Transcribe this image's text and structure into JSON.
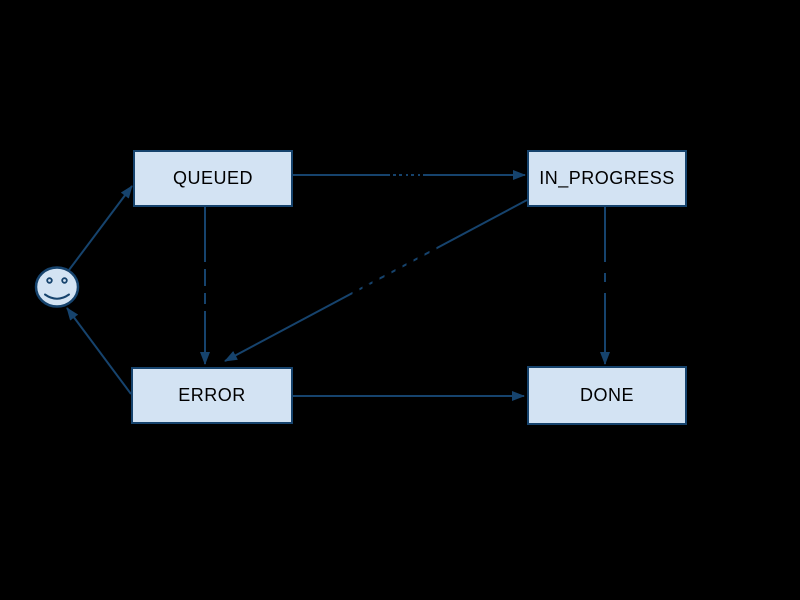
{
  "diagram": {
    "type": "state-machine",
    "nodes": [
      {
        "id": "start",
        "label": "",
        "shape": "smiley-face"
      },
      {
        "id": "queued",
        "label": "QUEUED",
        "shape": "rectangle"
      },
      {
        "id": "in_progress",
        "label": "IN_PROGRESS",
        "shape": "rectangle"
      },
      {
        "id": "error",
        "label": "ERROR",
        "shape": "rectangle"
      },
      {
        "id": "done",
        "label": "DONE",
        "shape": "rectangle"
      }
    ],
    "edges": [
      {
        "from": "start",
        "to": "queued"
      },
      {
        "from": "queued",
        "to": "in_progress"
      },
      {
        "from": "queued",
        "to": "error"
      },
      {
        "from": "in_progress",
        "to": "error"
      },
      {
        "from": "in_progress",
        "to": "done"
      },
      {
        "from": "error",
        "to": "done"
      },
      {
        "from": "error",
        "to": "start"
      }
    ],
    "colors": {
      "background": "#000000",
      "node_fill": "#d3e3f3",
      "node_stroke": "#16436d",
      "node_text": "#000000",
      "edge": "#16436d"
    }
  }
}
